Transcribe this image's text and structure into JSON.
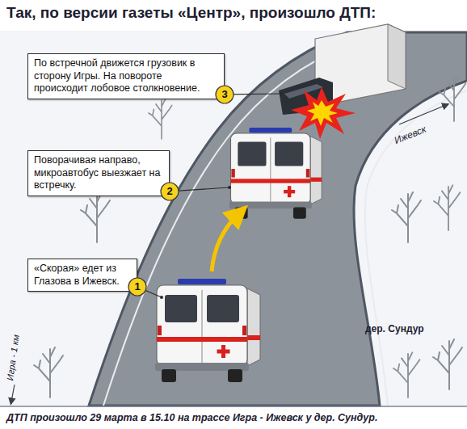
{
  "diagram": {
    "title": "Так, по версии газеты «Центр», произошло ДТП:",
    "caption": "ДТП произошло 29 марта в 15.10 на трассе Игра - Ижевск у дер. Сундур.",
    "nodes": [
      {
        "text": [
          "По встречной движется грузовик в сторону Игры. На повороте происходит лобовое столкновение."
        ]
      },
      {
        "text": [
          "3"
        ]
      },
      {
        "text": [
          "Поворачивая направо, микроавтобус выезжает на встречку."
        ]
      },
      {
        "text": [
          "2"
        ]
      },
      {
        "text": [
          "«Скорая» едет из Глазова в Ижевск."
        ]
      },
      {
        "text": [
          "1"
        ]
      }
    ],
    "labels": [
      "Ижевск",
      "дер. Сундур",
      "Игра - 1 км"
    ]
  }
}
